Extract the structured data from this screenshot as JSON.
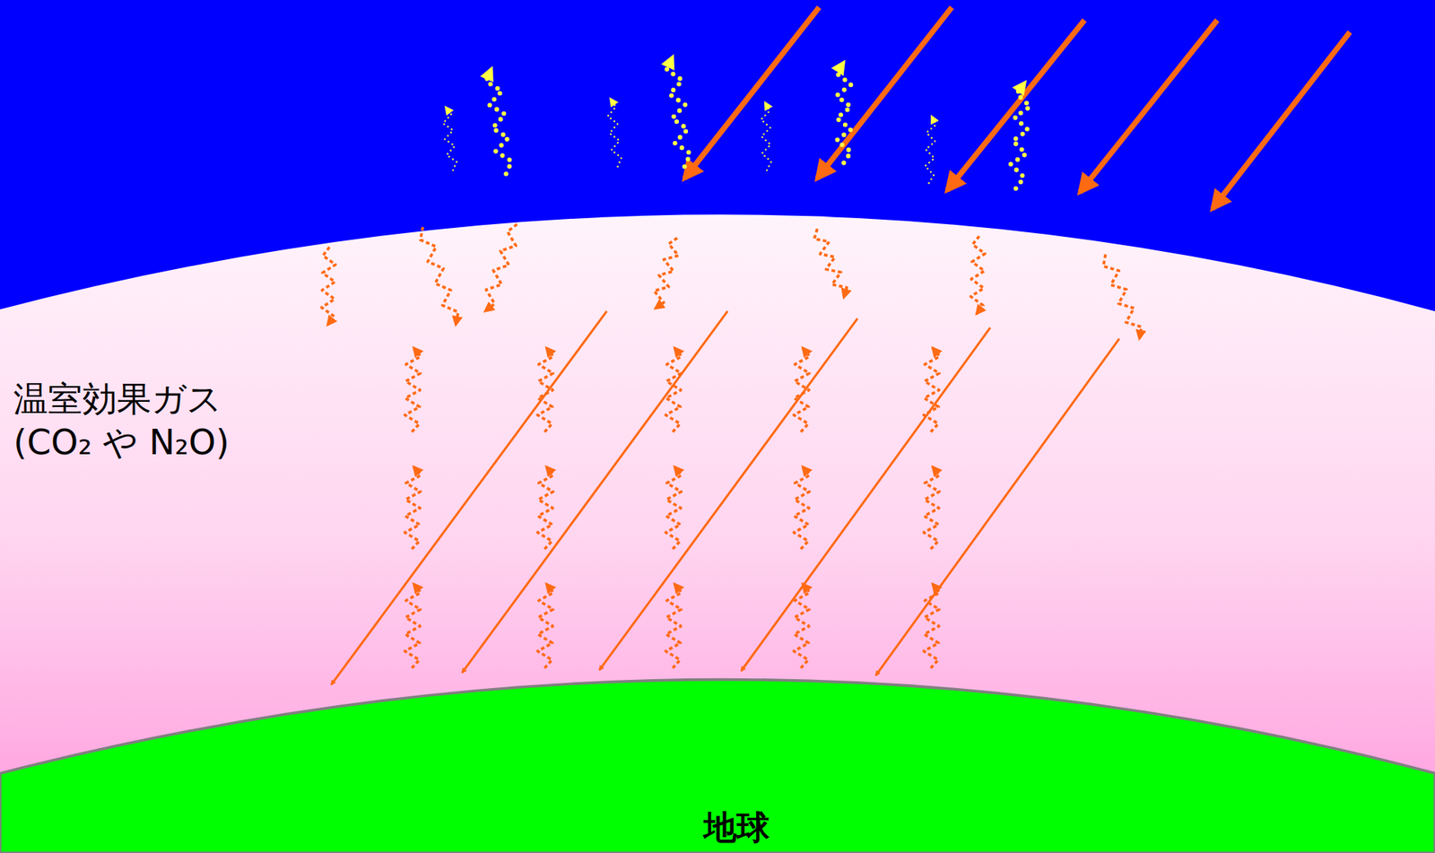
{
  "diagram": {
    "nodes": [
      {
        "text": [
          "温室効果ガス",
          "(CO₂ や N₂O)"
        ]
      },
      {
        "text": [
          "地球"
        ]
      }
    ]
  }
}
